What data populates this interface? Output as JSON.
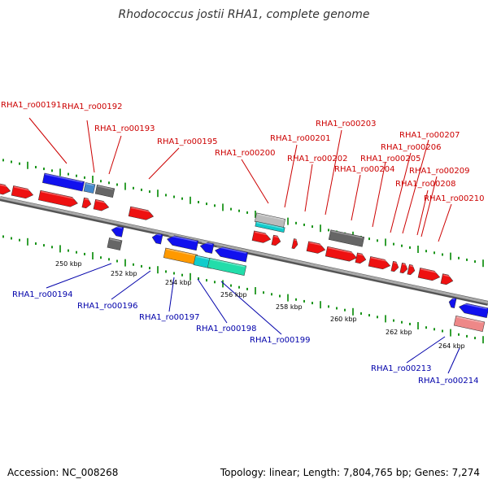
{
  "title": "Rhodococcus jostii RHA1, complete genome",
  "footer": {
    "accession": "Accession: NC_008268",
    "summary": "Topology: linear; Length: 7,804,765 bp; Genes: 7,274"
  },
  "colors": {
    "forward_label": "#cc0000",
    "reverse_label": "#0000aa",
    "backbone": "#888888",
    "forward_gene": "#ee1111",
    "reverse_gene": "#1111ee",
    "gray_feature": "#666666",
    "light_blue": "#4488cc",
    "cyan": "#11cccc",
    "orange": "#ff9900",
    "teal": "#22ddaa",
    "pink": "#ee8888",
    "light_gray": "#bbbbbb",
    "tick_green": "#008800"
  },
  "scale_labels": [
    "250 kbp",
    "252 kbp",
    "254 kbp",
    "256 kbp",
    "258 kbp",
    "260 kbp",
    "262 kbp",
    "264 kbp"
  ],
  "forward_labels": [
    "RHA1_ro00191",
    "RHA1_ro00192",
    "RHA1_ro00193",
    "RHA1_ro00195",
    "RHA1_ro00200",
    "RHA1_ro00201",
    "RHA1_ro00202",
    "RHA1_ro00203",
    "RHA1_ro00204",
    "RHA1_ro00205",
    "RHA1_ro00206",
    "RHA1_ro00207",
    "RHA1_ro00208",
    "RHA1_ro00209",
    "RHA1_ro00210"
  ],
  "reverse_labels": [
    "RHA1_ro00194",
    "RHA1_ro00196",
    "RHA1_ro00197",
    "RHA1_ro00198",
    "RHA1_ro00199",
    "RHA1_ro00213",
    "RHA1_ro00214"
  ]
}
